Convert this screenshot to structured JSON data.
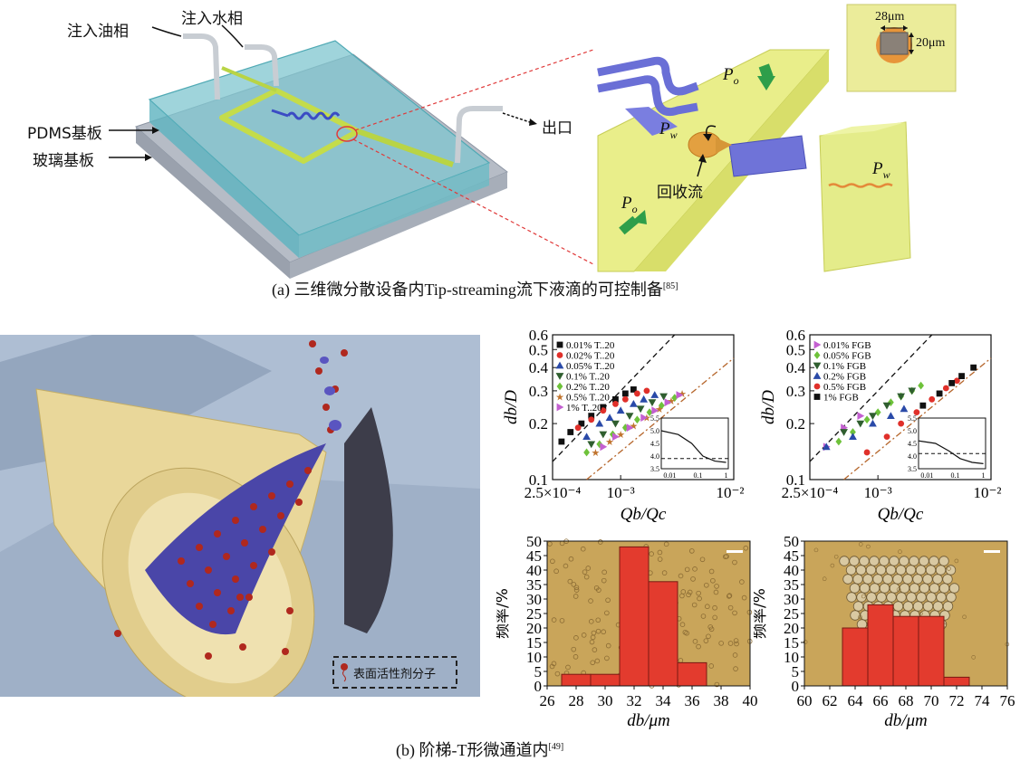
{
  "panel_a": {
    "labels": {
      "oil_inlet": "注入油相",
      "water_inlet": "注入水相",
      "pdms": "PDMS基板",
      "glass": "玻璃基板",
      "outlet": "出口",
      "recirculation": "回收流",
      "po": "P",
      "po_sub": "o",
      "pw": "P",
      "pw_sub": "w",
      "width": "28μm",
      "height": "20μm"
    },
    "caption": {
      "text": "(a) 三维微分散设备内Tip-streaming流下液滴的可控制备",
      "ref": "[85]"
    }
  },
  "panel_b": {
    "surfactant_label": "表面活性剂分子",
    "caption": {
      "text": "(b) 阶梯-T形微通道内",
      "ref": "[49]"
    }
  },
  "colors": {
    "red_bar": "#e33b2e",
    "legend_t20": [
      "#111111",
      "#e0302a",
      "#2a4aa8",
      "#2f5e2f",
      "#6ec23a",
      "#c0742e",
      "#c35fd0"
    ],
    "legend_fgb": [
      "#c35fd0",
      "#6ec23a",
      "#2f5e2f",
      "#2a4aa8",
      "#e0302a",
      "#111111"
    ]
  },
  "chart_data": [
    {
      "type": "scatter",
      "xlabel": "Q_b/Q_c",
      "ylabel": "d_b/D",
      "xscale": "log",
      "yscale": "log",
      "xlim": [
        0.00025,
        0.01
      ],
      "ylim": [
        0.1,
        0.6
      ],
      "x_ticklabels": [
        "2.5×10⁻⁴",
        "10⁻³",
        "10⁻²"
      ],
      "y_ticklabels": [
        "0.6",
        "0.5",
        "0.4",
        "0.3",
        "0.2",
        "0.1"
      ],
      "legend": [
        "0.01% T..20",
        "0.02% T..20",
        "0.05% T..20",
        "0.1% T..20",
        "0.2% T..20",
        "0.5% T..20",
        "1% T..20"
      ],
      "legend_position": "top-left",
      "reference_lines": [
        "black dashed",
        "brown dash-dot"
      ],
      "inset": {
        "x_ticklabels": [
          "0.01",
          "0.1",
          "1"
        ],
        "y_ticklabels": [
          "5.5",
          "5.0",
          "4.5",
          "4.0",
          "3.5"
        ],
        "curve": [
          [
            0.005,
            5.0
          ],
          [
            0.02,
            4.85
          ],
          [
            0.06,
            4.5
          ],
          [
            0.15,
            4.0
          ],
          [
            0.4,
            3.8
          ],
          [
            1.0,
            3.75
          ]
        ],
        "dashed_level": 3.9
      },
      "series": [
        {
          "name": "0.01% T..20",
          "marker": "square",
          "points": [
            [
              0.0003,
              0.16
            ],
            [
              0.00036,
              0.18
            ],
            [
              0.00045,
              0.2
            ],
            [
              0.00055,
              0.22
            ],
            [
              0.0007,
              0.245
            ],
            [
              0.0009,
              0.27
            ],
            [
              0.0011,
              0.29
            ],
            [
              0.0013,
              0.305
            ]
          ]
        },
        {
          "name": "0.02% T..20",
          "marker": "circle",
          "points": [
            [
              0.00042,
              0.19
            ],
            [
              0.00055,
              0.21
            ],
            [
              0.0007,
              0.235
            ],
            [
              0.0009,
              0.255
            ],
            [
              0.0011,
              0.27
            ],
            [
              0.0014,
              0.29
            ],
            [
              0.0017,
              0.3
            ]
          ]
        },
        {
          "name": "0.05% T..20",
          "marker": "triangle-up",
          "points": [
            [
              0.0005,
              0.17
            ],
            [
              0.00065,
              0.2
            ],
            [
              0.0008,
              0.215
            ],
            [
              0.001,
              0.235
            ],
            [
              0.0013,
              0.255
            ],
            [
              0.0016,
              0.27
            ],
            [
              0.002,
              0.285
            ]
          ]
        },
        {
          "name": "0.1% T..20",
          "marker": "triangle-down",
          "points": [
            [
              0.00055,
              0.155
            ],
            [
              0.0007,
              0.175
            ],
            [
              0.0009,
              0.2
            ],
            [
              0.0012,
              0.22
            ],
            [
              0.0015,
              0.24
            ],
            [
              0.0019,
              0.26
            ],
            [
              0.0024,
              0.28
            ]
          ]
        },
        {
          "name": "0.2% T..20",
          "marker": "diamond",
          "points": [
            [
              0.0005,
              0.14
            ],
            [
              0.00065,
              0.155
            ],
            [
              0.00085,
              0.175
            ],
            [
              0.0011,
              0.19
            ],
            [
              0.0014,
              0.21
            ],
            [
              0.0018,
              0.23
            ],
            [
              0.0023,
              0.25
            ],
            [
              0.003,
              0.275
            ]
          ]
        },
        {
          "name": "0.5% T..20",
          "marker": "star",
          "points": [
            [
              0.0006,
              0.14
            ],
            [
              0.0008,
              0.16
            ],
            [
              0.001,
              0.175
            ],
            [
              0.0013,
              0.195
            ],
            [
              0.0017,
              0.215
            ],
            [
              0.0022,
              0.24
            ],
            [
              0.0028,
              0.265
            ],
            [
              0.0035,
              0.29
            ]
          ]
        },
        {
          "name": "1% T..20",
          "marker": "triangle-right",
          "points": [
            [
              0.0007,
              0.15
            ],
            [
              0.0009,
              0.17
            ],
            [
              0.0012,
              0.19
            ],
            [
              0.0016,
              0.215
            ],
            [
              0.002,
              0.235
            ],
            [
              0.0026,
              0.26
            ],
            [
              0.0033,
              0.285
            ]
          ]
        }
      ]
    },
    {
      "type": "scatter",
      "xlabel": "Q_b/Q_c",
      "ylabel": "d_b/D",
      "xscale": "log",
      "yscale": "log",
      "xlim": [
        0.00025,
        0.01
      ],
      "ylim": [
        0.1,
        0.6
      ],
      "x_ticklabels": [
        "2.5×10⁻⁴",
        "10⁻³",
        "10⁻²"
      ],
      "y_ticklabels": [
        "0.6",
        "0.5",
        "0.4",
        "0.3",
        "0.2",
        "0.1"
      ],
      "legend": [
        "0.01% FGB",
        "0.05% FGB",
        "0.1% FGB",
        "0.2% FGB",
        "0.5% FGB",
        "1% FGB"
      ],
      "legend_position": "top-left",
      "reference_lines": [
        "black dashed",
        "brown dash-dot"
      ],
      "inset": {
        "x_ticklabels": [
          "0.01",
          "0.1",
          "1"
        ],
        "y_ticklabels": [
          "5.5",
          "5.0",
          "4.5",
          "4.0",
          "3.5"
        ],
        "curve": [
          [
            0.005,
            4.6
          ],
          [
            0.02,
            4.5
          ],
          [
            0.06,
            4.2
          ],
          [
            0.15,
            3.9
          ],
          [
            0.4,
            3.75
          ],
          [
            1.0,
            3.7
          ]
        ],
        "dashed_level": 4.1
      },
      "series": [
        {
          "name": "0.01% FGB",
          "marker": "triangle-right",
          "points": [
            [
              0.00035,
              0.15
            ],
            [
              0.0005,
              0.19
            ],
            [
              0.0007,
              0.22
            ]
          ]
        },
        {
          "name": "0.05% FGB",
          "marker": "diamond",
          "points": [
            [
              0.00045,
              0.16
            ],
            [
              0.0006,
              0.18
            ],
            [
              0.0008,
              0.21
            ],
            [
              0.001,
              0.23
            ],
            [
              0.0013,
              0.26
            ],
            [
              0.0016,
              0.28
            ],
            [
              0.002,
              0.3
            ],
            [
              0.0024,
              0.32
            ]
          ]
        },
        {
          "name": "0.1% FGB",
          "marker": "triangle-down",
          "points": [
            [
              0.0005,
              0.18
            ],
            [
              0.0007,
              0.2
            ],
            [
              0.0009,
              0.22
            ],
            [
              0.0012,
              0.25
            ],
            [
              0.0016,
              0.28
            ],
            [
              0.002,
              0.3
            ]
          ]
        },
        {
          "name": "0.2% FGB",
          "marker": "triangle-up",
          "points": [
            [
              0.00035,
              0.15
            ],
            [
              0.0006,
              0.17
            ],
            [
              0.0009,
              0.2
            ],
            [
              0.0013,
              0.22
            ],
            [
              0.0017,
              0.24
            ]
          ]
        },
        {
          "name": "0.5% FGB",
          "marker": "circle",
          "points": [
            [
              0.0008,
              0.14
            ],
            [
              0.0012,
              0.17
            ],
            [
              0.0016,
              0.2
            ],
            [
              0.0022,
              0.23
            ],
            [
              0.003,
              0.27
            ],
            [
              0.004,
              0.31
            ],
            [
              0.005,
              0.34
            ]
          ]
        },
        {
          "name": "1% FGB",
          "marker": "square",
          "points": [
            [
              0.0025,
              0.25
            ],
            [
              0.0035,
              0.29
            ],
            [
              0.0045,
              0.33
            ],
            [
              0.0055,
              0.36
            ],
            [
              0.007,
              0.4
            ]
          ]
        }
      ]
    },
    {
      "type": "bar",
      "xlabel": "d_b/μm",
      "ylabel": "频率/%",
      "categories": [
        "28",
        "30",
        "32",
        "34",
        "36"
      ],
      "values": [
        4,
        4,
        48,
        36,
        8
      ],
      "xlim": [
        26,
        40
      ],
      "ylim": [
        0,
        50
      ],
      "x_ticklabels": [
        "26",
        "28",
        "30",
        "32",
        "34",
        "36",
        "38",
        "40"
      ],
      "y_ticklabels": [
        "0",
        "5",
        "10",
        "15",
        "20",
        "25",
        "30",
        "35",
        "40",
        "45",
        "50"
      ]
    },
    {
      "type": "bar",
      "xlabel": "d_b/μm",
      "ylabel": "频率/%",
      "categories": [
        "64",
        "66",
        "68",
        "70",
        "72"
      ],
      "values": [
        20,
        28,
        24,
        24,
        3
      ],
      "xlim": [
        60,
        76
      ],
      "ylim": [
        0,
        50
      ],
      "x_ticklabels": [
        "60",
        "62",
        "64",
        "66",
        "68",
        "70",
        "72",
        "74",
        "76"
      ],
      "y_ticklabels": [
        "0",
        "5",
        "10",
        "15",
        "20",
        "25",
        "30",
        "35",
        "40",
        "45",
        "50"
      ]
    }
  ]
}
